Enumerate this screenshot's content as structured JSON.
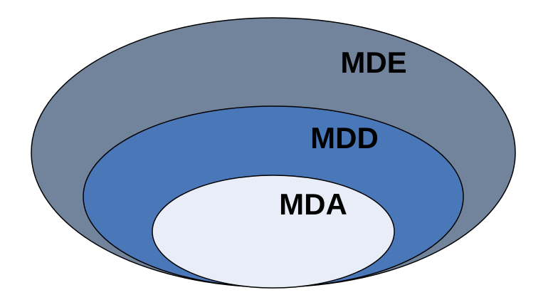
{
  "diagram": {
    "sets": [
      {
        "id": "outer",
        "label": "MDE",
        "fill": "#72839c"
      },
      {
        "id": "middle",
        "label": "MDD",
        "fill": "#4a77b8"
      },
      {
        "id": "inner",
        "label": "MDA",
        "fill": "#e8edf7"
      }
    ],
    "stroke": "#000000",
    "background": "#ffffff"
  }
}
